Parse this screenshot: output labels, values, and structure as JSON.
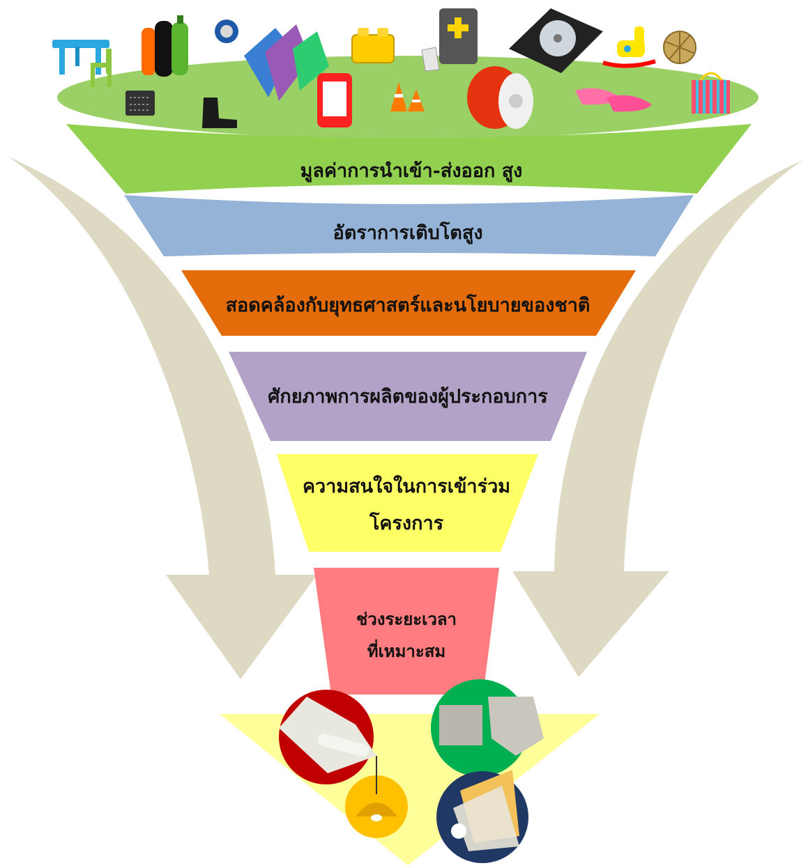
{
  "funnel": {
    "levels": [
      {
        "lines": [
          "มูลค่าการนำเข้า-ส่งออก สูง"
        ],
        "color": "#92d050"
      },
      {
        "lines": [
          "อัตราการเติบโตสูง"
        ],
        "color": "#95b3d7"
      },
      {
        "lines": [
          "สอดคล้องกับยุทธศาสตร์และนโยบายของชาติ"
        ],
        "color": "#e46c0a"
      },
      {
        "lines": [
          "ศักยภาพการผลิตของผู้ประกอบการ"
        ],
        "color": "#b2a2c7"
      },
      {
        "lines": [
          "ความสนใจในการเข้าร่วม",
          "โครงการ"
        ],
        "color": "#ffff66"
      },
      {
        "lines": [
          "ช่วงระยะเวลา",
          "ที่เหมาะสม"
        ],
        "color": "#ff7c80"
      }
    ]
  },
  "colors": {
    "top_ellipse": "#9bd067",
    "side_arrows": "#ddd9c3",
    "bottom_triangle": "#ffff99",
    "circle_red": "#c00000",
    "circle_green": "#00b050",
    "circle_yellow": "#ffc000",
    "circle_navy": "#1f3864"
  },
  "icons": {
    "top": [
      "table-icon",
      "chair-icon",
      "bottles-icon",
      "tape-roll-icon",
      "plastic-bags-icon",
      "toy-brick-icon",
      "energy-pouch-icon",
      "hard-disk-icon",
      "rocking-horse-icon",
      "rattan-ball-icon",
      "doormat-icon",
      "boot-icon",
      "smartphone-icon",
      "traffic-cones-icon",
      "thread-spool-icon",
      "pink-shoes-icon",
      "striped-bag-icon"
    ],
    "bottom": [
      "paper-products-icon",
      "foil-pouch-icon",
      "pendant-lamp-icon",
      "sheet-pack-icon"
    ]
  }
}
